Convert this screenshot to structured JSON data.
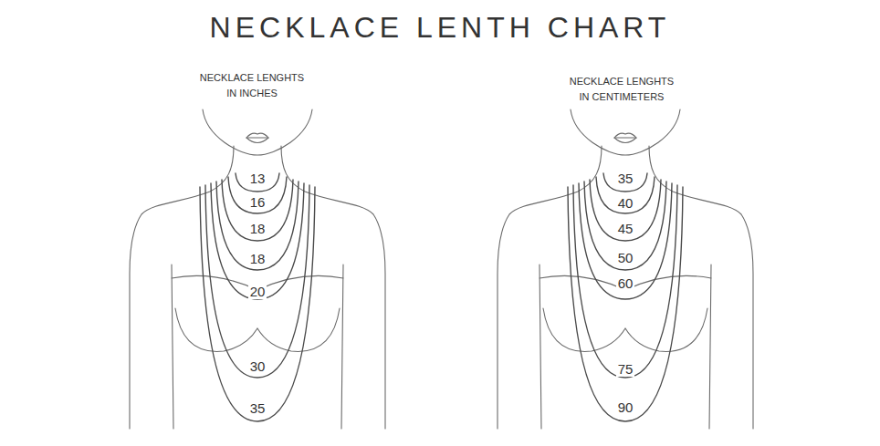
{
  "diagram": {
    "title": "NECKLACE LENTH CHART",
    "labels": [
      "NECKLACE LENGHTS IN INCHES",
      "13",
      "16",
      "18",
      "18",
      "20",
      "30",
      "35",
      "NECKLACE LENGHTS IN CENTIMETERS",
      "35",
      "40",
      "45",
      "50",
      "60",
      "75",
      "90"
    ]
  }
}
